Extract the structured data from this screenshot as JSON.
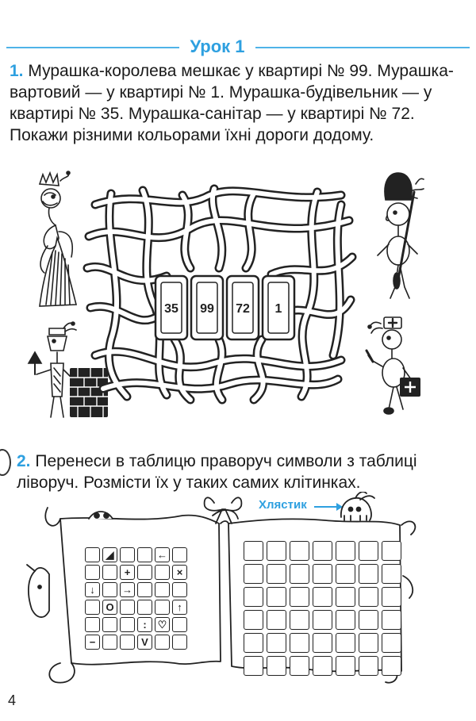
{
  "lesson": {
    "title": "Урок 1"
  },
  "task1": {
    "number": "1.",
    "text": "Мурашка-королева мешкає у квартирі № 99. Мурашка-вартовий — у квартирі № 1. Мурашка-будівельник — у квартирі № 35. Мурашка-санітар — у квартирі № 72. Покажи різними кольорами їхні дороги додому."
  },
  "maze": {
    "doors": [
      "35",
      "99",
      "72",
      "1"
    ]
  },
  "task2": {
    "number": "2.",
    "text": "Перенеси в таблицю праворуч символи з таблиці ліворуч. Розмісти їх у таких самих клітинках."
  },
  "character": {
    "name": "Хлястик"
  },
  "symbols": {
    "triangle": "◢",
    "arrow_left": "←",
    "plus": "+",
    "cross": "×",
    "arrow_down": "↓",
    "arrow_right": "→",
    "circle": "O",
    "arrow_up": "↑",
    "colon": ":",
    "heart": "♡",
    "minus": "−",
    "check": "V"
  },
  "page_number": "4"
}
